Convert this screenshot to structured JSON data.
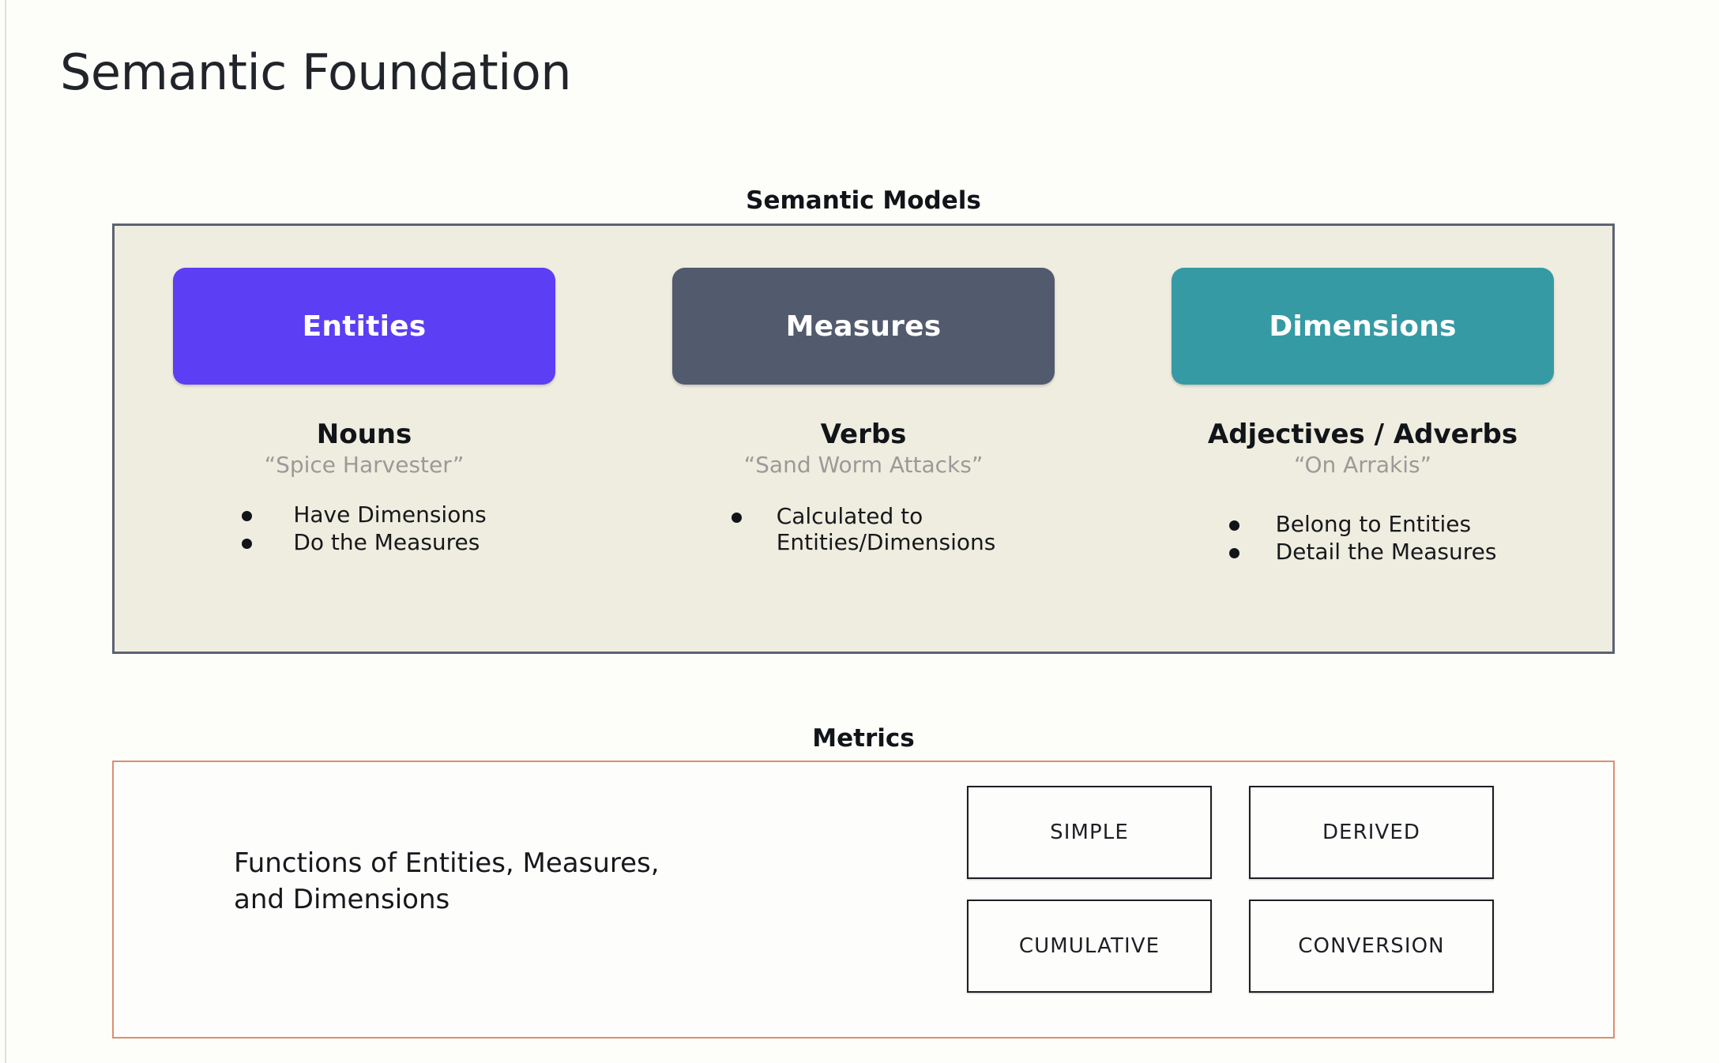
{
  "slide": {
    "title": "Semantic Foundation",
    "background_color": "#fdfdfa"
  },
  "semantic_models": {
    "heading": "Semantic Models",
    "panel_background": "#efeddf",
    "panel_border_color": "#5c6274",
    "columns": [
      {
        "pill_label": "Entities",
        "pill_color": "#5c3ef5",
        "part_of_speech": "Nouns",
        "example": "“Spice Harvester”",
        "bullets": [
          "Have Dimensions",
          "Do the Measures"
        ]
      },
      {
        "pill_label": "Measures",
        "pill_color": "#525a6e",
        "part_of_speech": "Verbs",
        "example": "“Sand Worm Attacks”",
        "bullets": [
          "Calculated to\nEntities/Dimensions"
        ]
      },
      {
        "pill_label": "Dimensions",
        "pill_color": "#359aa4",
        "part_of_speech": "Adjectives / Adverbs",
        "example": "“On Arrakis”",
        "bullets": [
          "Belong to Entities",
          "Detail the Measures"
        ]
      }
    ]
  },
  "metrics": {
    "heading": "Metrics",
    "panel_border_color": "#dd8e6f",
    "description": "Functions of Entities, Measures,\nand Dimensions",
    "types": [
      "SIMPLE",
      "DERIVED",
      "CUMULATIVE",
      "CONVERSION"
    ]
  }
}
